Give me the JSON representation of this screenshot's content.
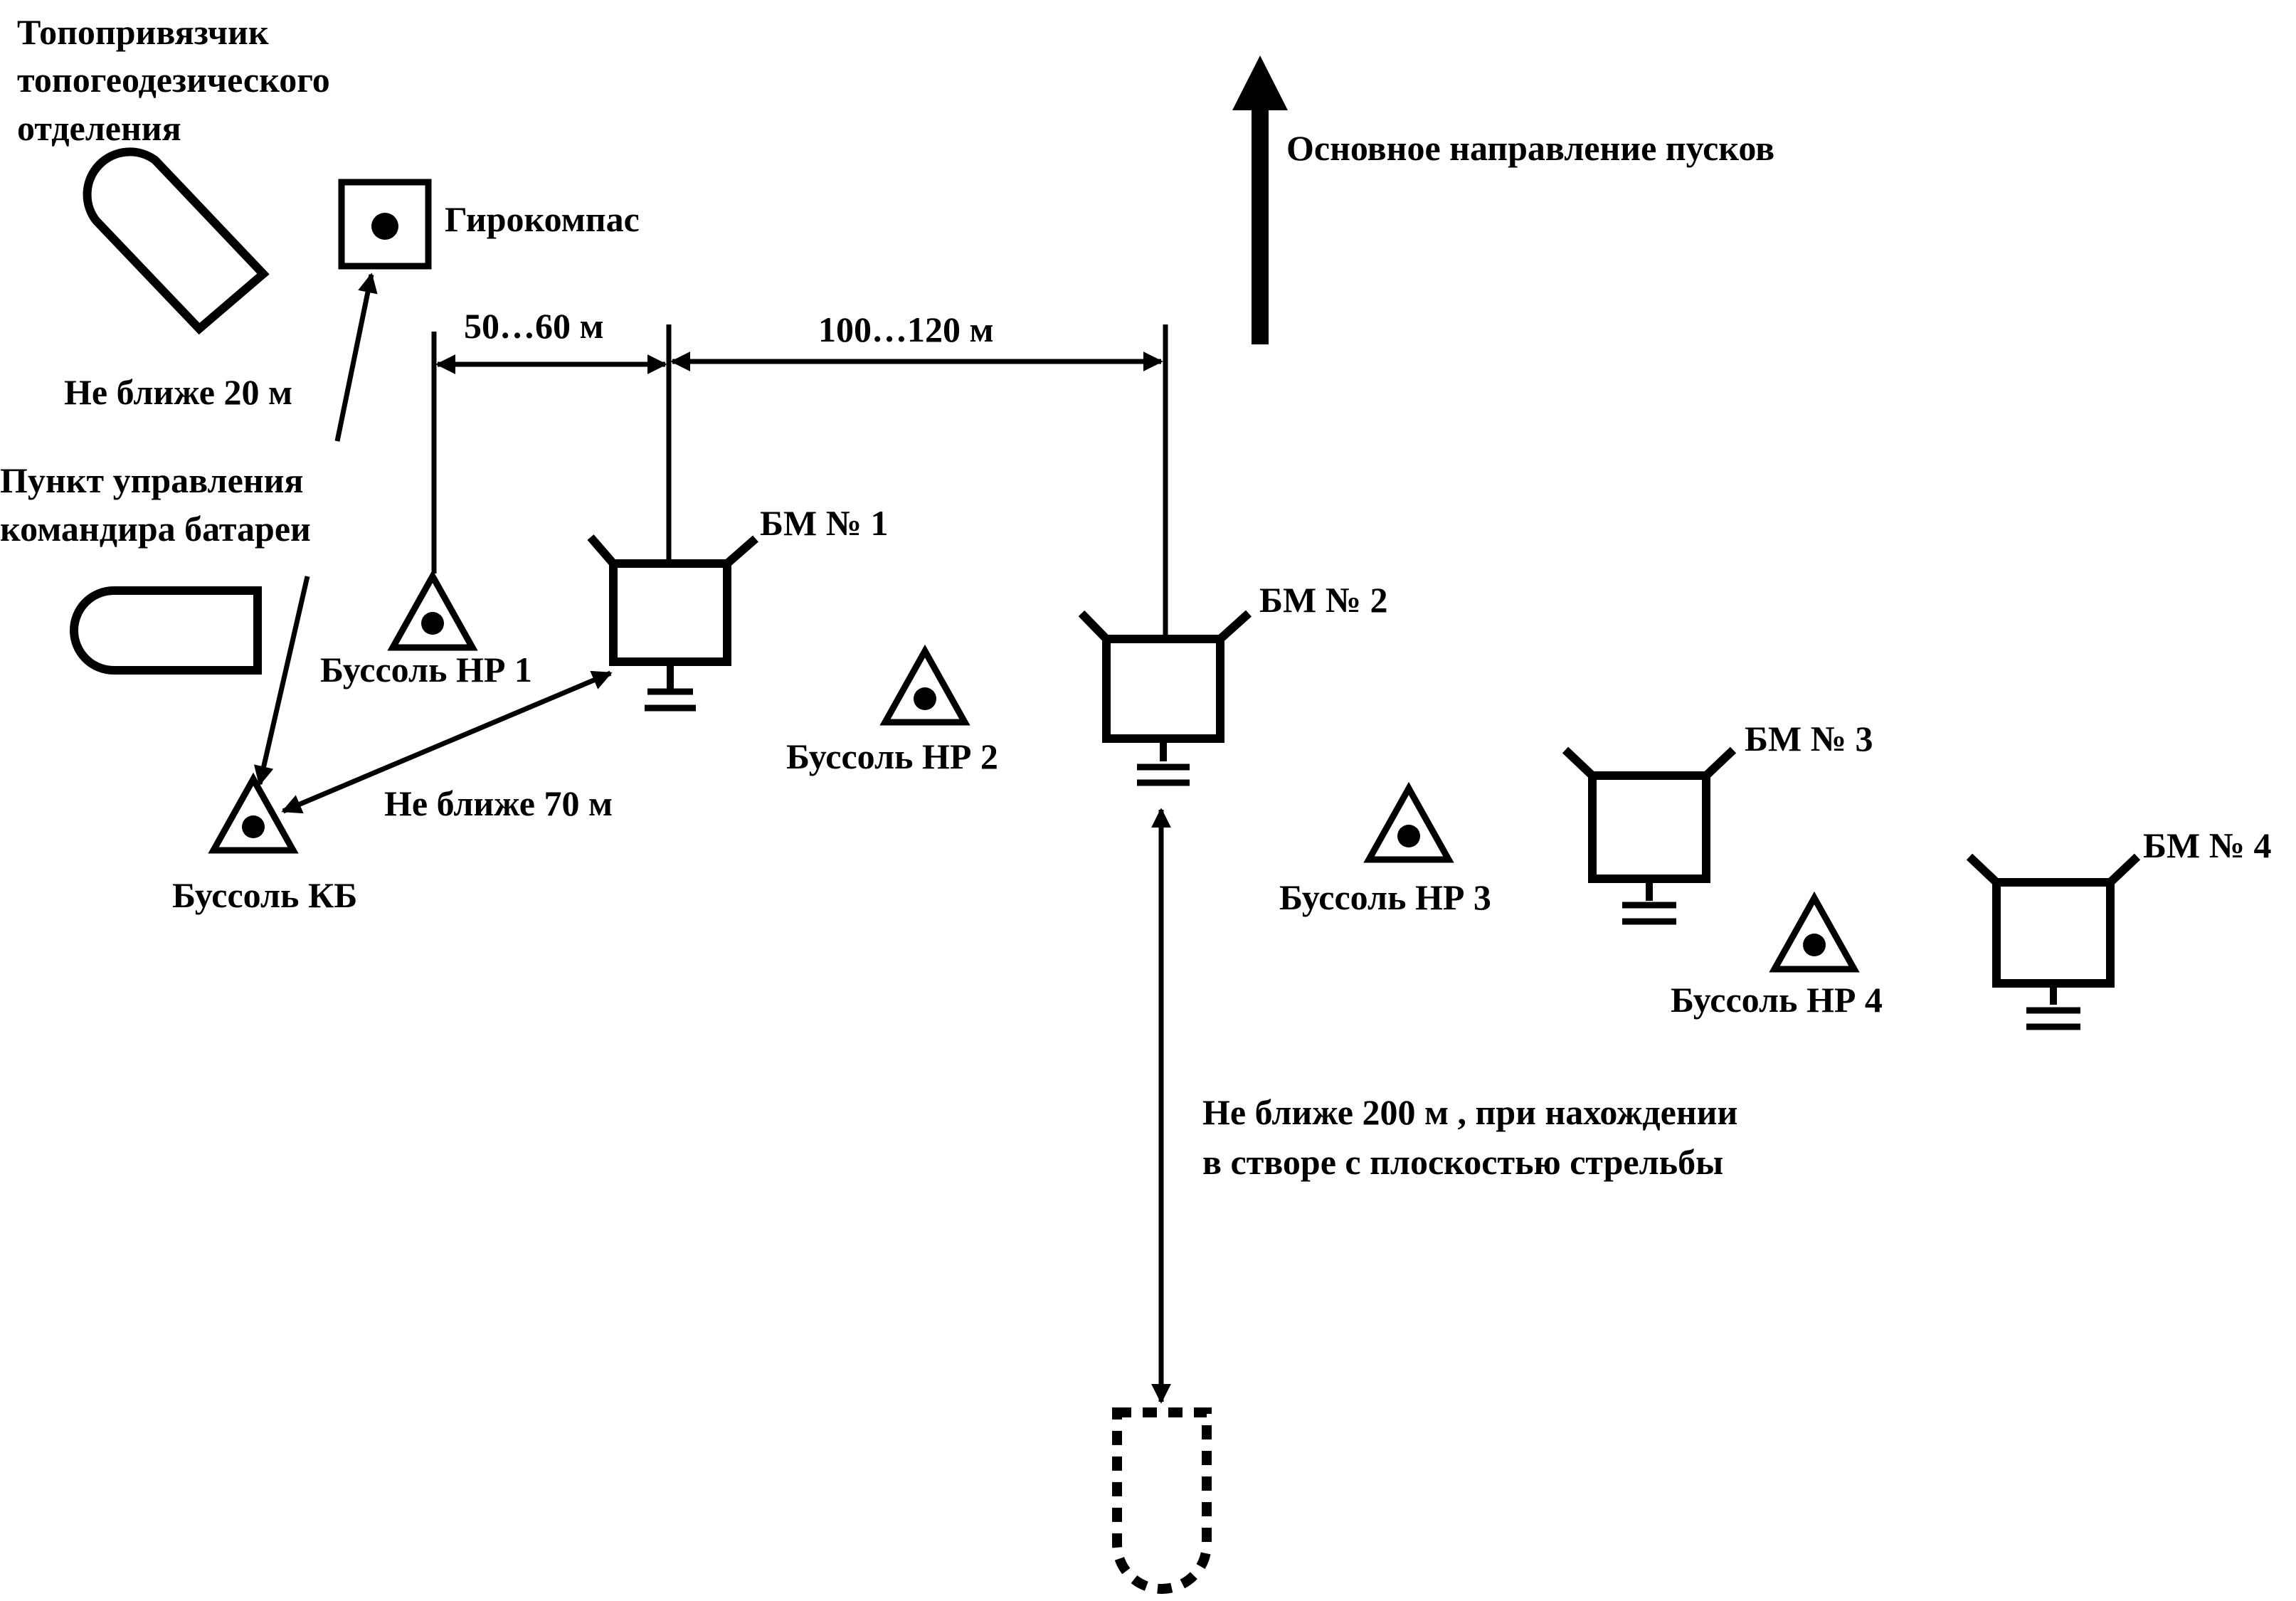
{
  "labels": {
    "direction": "Основное направление пусков",
    "topo_line1": "Топопривязчик",
    "topo_line2": "топогеодезического",
    "topo_line3": "отделения",
    "gyro": "Гирокомпас",
    "not_closer_20": "Не ближе 20 м",
    "pu_line1": "Пункт управления",
    "pu_line2": "командира батареи",
    "dim_50_60": "50…60 м",
    "dim_100_120": "100…120 м",
    "not_closer_70": "Не ближе 70 м",
    "not_closer_200_line1": "Не ближе 200 м , при нахождении",
    "not_closer_200_line2": "в створе с плоскостью стрельбы"
  },
  "launchers": [
    "БМ № 1",
    "БМ № 2",
    "БМ № 3",
    "БМ № 4"
  ],
  "compasses": [
    "Буссоль НР 1",
    "Буссоль НР 2",
    "Буссоль НР 3",
    "Буссоль НР 4",
    "Буссоль КБ"
  ],
  "icons": {
    "gyrocompass": "square-with-dot-icon",
    "compass": "triangle-with-dot-icon",
    "launcher": "launcher-symbol-icon",
    "vehicle": "vehicle-outline-icon",
    "transport_vehicle": "dashed-vehicle-icon",
    "direction": "up-arrow-icon"
  }
}
